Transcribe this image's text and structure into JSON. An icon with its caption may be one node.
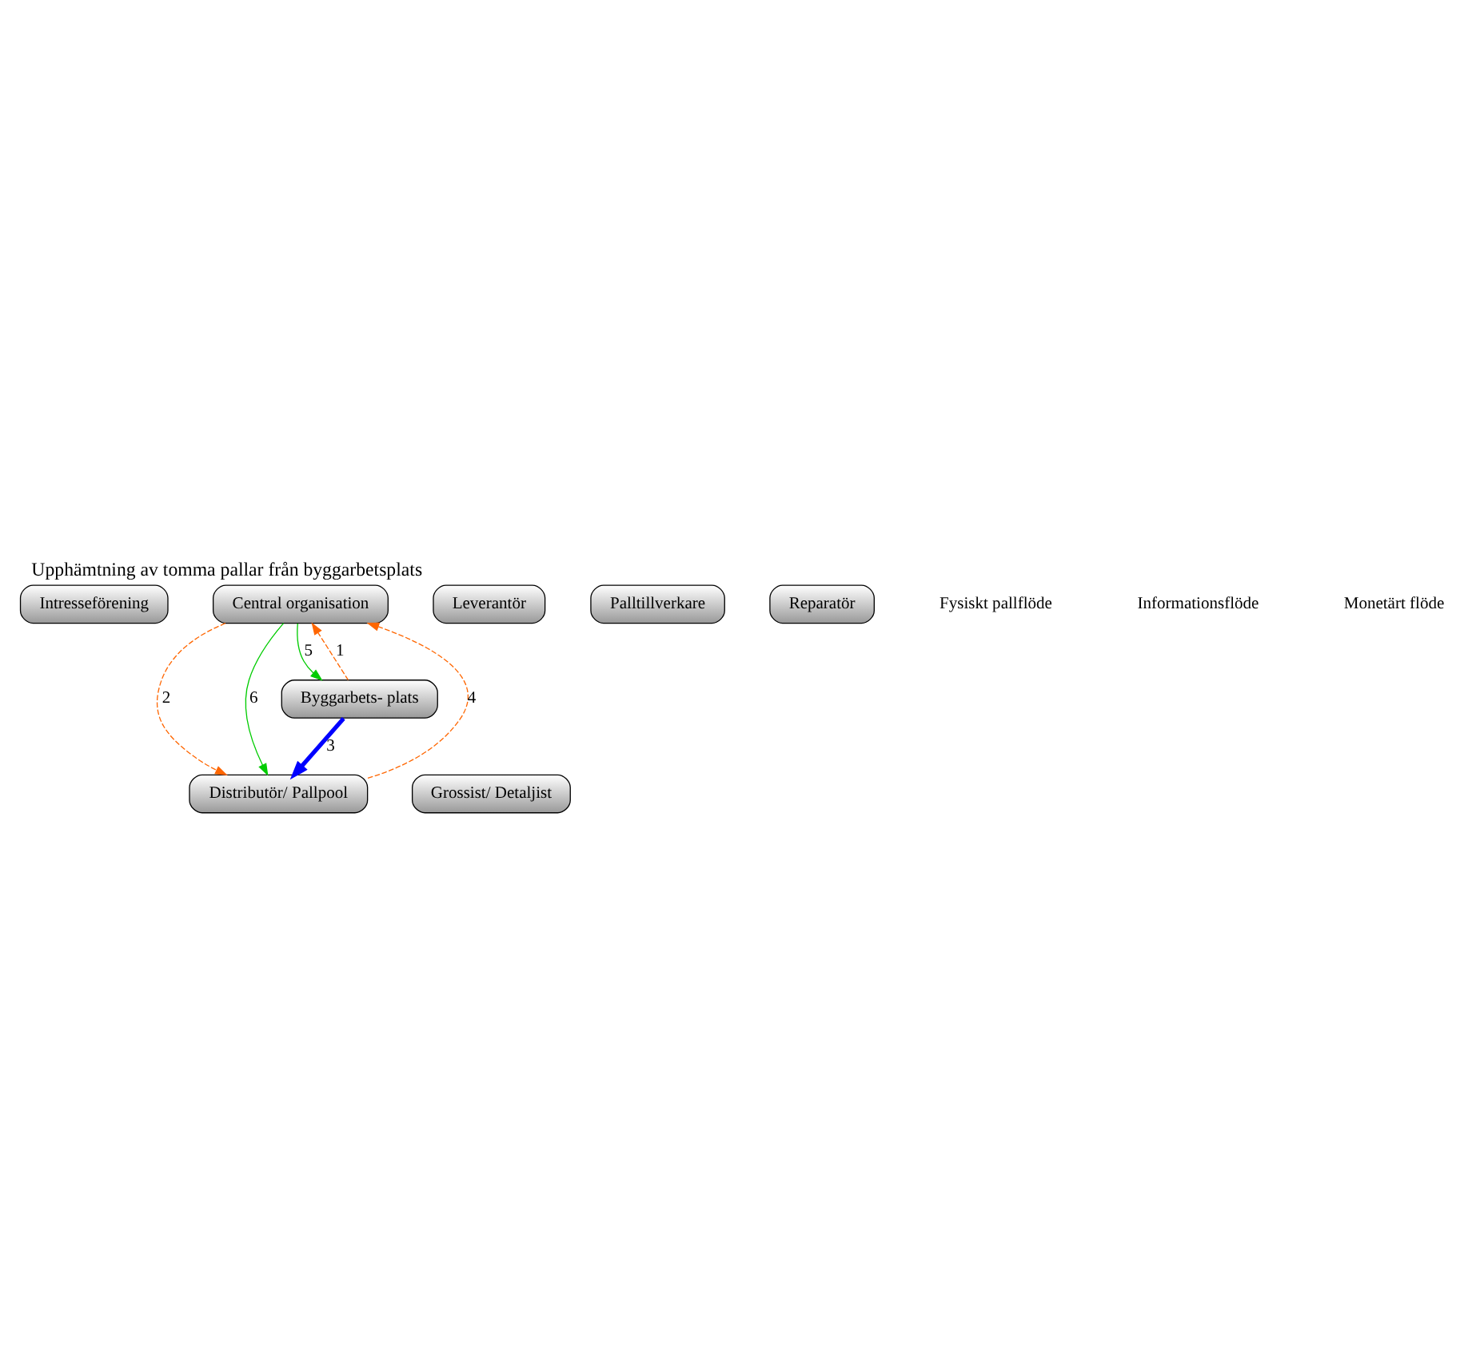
{
  "diagram": {
    "title": "Upphämtning av tomma pallar från byggarbetsplats",
    "nodes": [
      {
        "text": [
          "Intresseförening"
        ]
      },
      {
        "text": [
          "Central organisation"
        ]
      },
      {
        "text": [
          "Leverantör"
        ]
      },
      {
        "text": [
          "Palltillverkare"
        ]
      },
      {
        "text": [
          "Reparatör"
        ]
      },
      {
        "text": [
          "Grossist/ Detaljist"
        ]
      },
      {
        "text": [
          "Distributör/ Pallpool"
        ]
      },
      {
        "text": [
          "Byggarbets- plats"
        ]
      }
    ],
    "edges": [
      {
        "from": 7,
        "to": 1,
        "arrow": "to",
        "label": "1",
        "style": "dashed",
        "color": "#ff6600"
      },
      {
        "from": 1,
        "to": 6,
        "arrow": "to",
        "label": "2",
        "style": "dashed",
        "color": "#ff6600"
      },
      {
        "from": 7,
        "to": 6,
        "arrow": "to",
        "label": "3",
        "style": "thick",
        "color": "#0000ff"
      },
      {
        "from": 6,
        "to": 1,
        "arrow": "to",
        "label": "4",
        "style": "dashed",
        "color": "#ff6600"
      },
      {
        "from": 1,
        "to": 7,
        "arrow": "to",
        "label": "5",
        "color": "#00cc00"
      },
      {
        "from": 1,
        "to": 6,
        "arrow": "to",
        "label": "6",
        "color": "#00cc00"
      }
    ],
    "legend": [
      {
        "text": "Fysiskt pallflöde"
      },
      {
        "text": "Informationsflöde"
      },
      {
        "text": "Monetärt flöde"
      }
    ]
  }
}
